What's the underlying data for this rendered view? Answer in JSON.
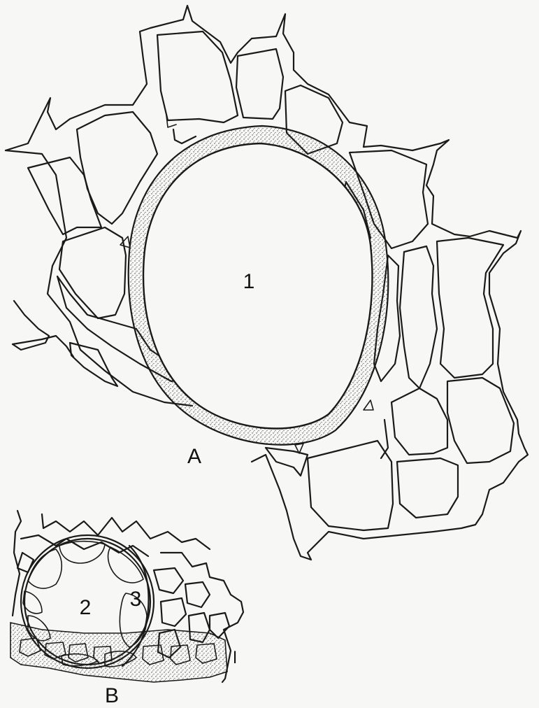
{
  "figure": {
    "labels": {
      "panel_a": "A",
      "panel_b": "B",
      "a_cell": "1",
      "b_cavity": "2",
      "b_sheath": "3",
      "b_layer": "l"
    },
    "colors": {
      "background": "#f7f7f5",
      "ink": "#1a1a1a",
      "stipple": "#444444"
    }
  }
}
